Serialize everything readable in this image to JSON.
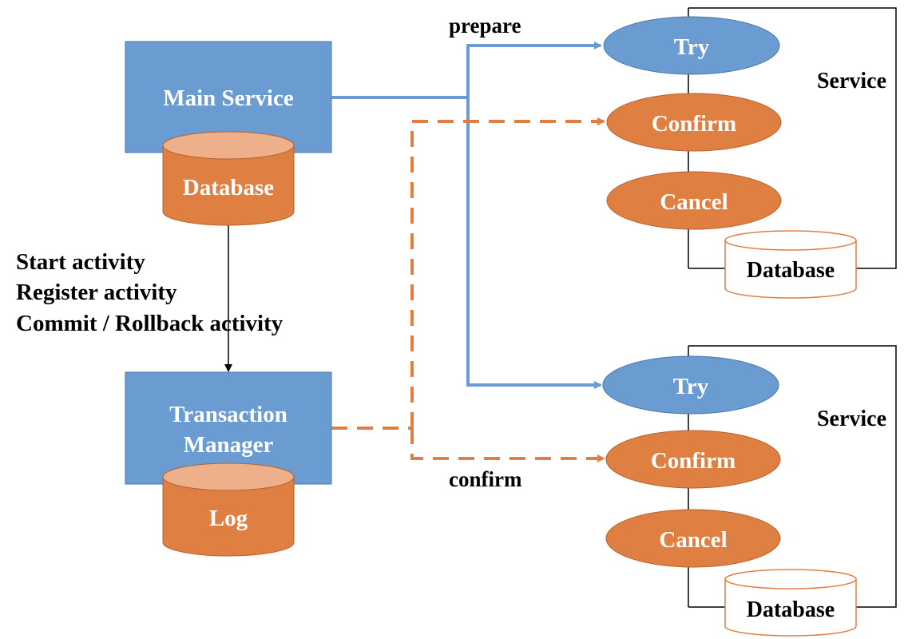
{
  "colors": {
    "blue": "#6a9bd1",
    "blue_dark": "#4b78ad",
    "orange": "#df7f42",
    "orange_light": "#eeb08a",
    "orange_dark": "#b8612d",
    "black": "#000000",
    "white": "#ffffff"
  },
  "main_service": {
    "label": "Main Service",
    "db_label": "Database"
  },
  "transaction_manager": {
    "label_line1": "Transaction",
    "label_line2": "Manager",
    "log_label": "Log"
  },
  "activities": {
    "line1": "Start activity",
    "line2": "Register activity",
    "line3": "Commit / Rollback activity"
  },
  "flows": {
    "prepare_label": "prepare",
    "confirm_label": "confirm"
  },
  "services": [
    {
      "title": "Service",
      "try_label": "Try",
      "confirm_label": "Confirm",
      "cancel_label": "Cancel",
      "db_label": "Database"
    },
    {
      "title": "Service",
      "try_label": "Try",
      "confirm_label": "Confirm",
      "cancel_label": "Cancel",
      "db_label": "Database"
    }
  ]
}
